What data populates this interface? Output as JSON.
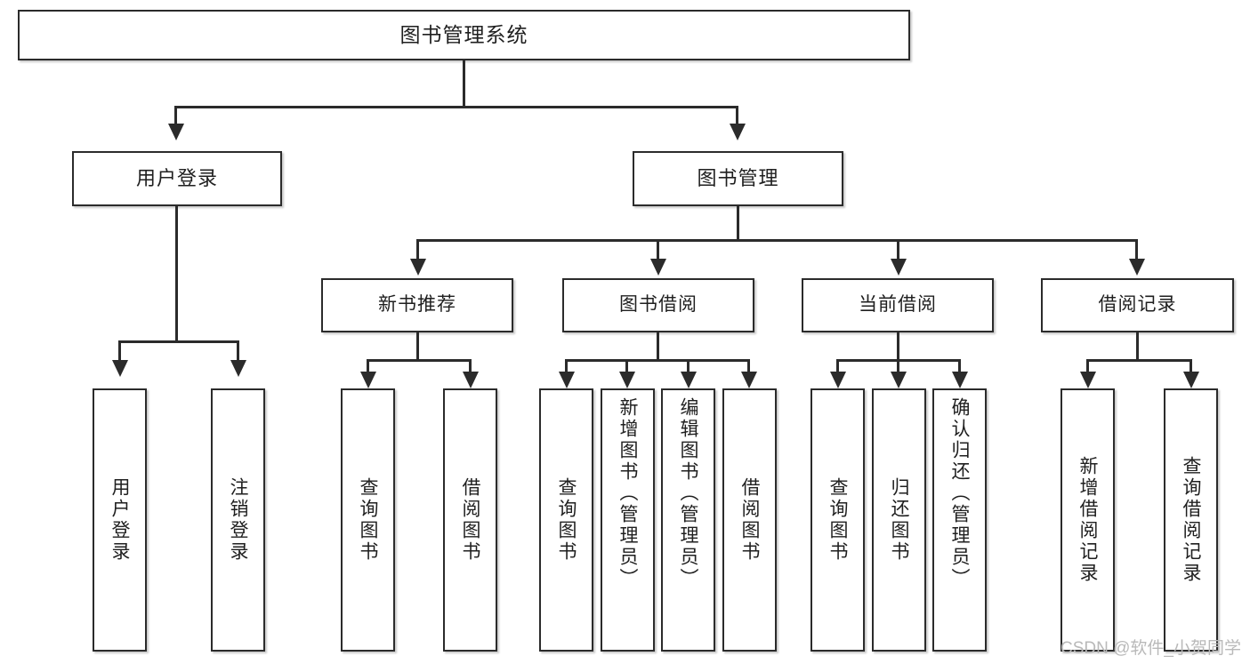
{
  "diagram": {
    "type": "tree",
    "title": "图书管理系统",
    "root": {
      "label": "图书管理系统"
    },
    "level2": [
      {
        "label": "用户登录"
      },
      {
        "label": "图书管理"
      }
    ],
    "level3": [
      {
        "label": "新书推荐"
      },
      {
        "label": "图书借阅"
      },
      {
        "label": "当前借阅"
      },
      {
        "label": "借阅记录"
      }
    ],
    "leaves": {
      "user_login": [
        {
          "label": "用户登录"
        },
        {
          "label": "注销登录"
        }
      ],
      "new_book_recommend": [
        {
          "label": "查询图书"
        },
        {
          "label": "借阅图书"
        }
      ],
      "book_borrow": [
        {
          "label": "查询图书"
        },
        {
          "label": "新增图书（管理员）"
        },
        {
          "label": "编辑图书（管理员）"
        },
        {
          "label": "借阅图书"
        }
      ],
      "current_borrow": [
        {
          "label": "查询图书"
        },
        {
          "label": "归还图书"
        },
        {
          "label": "确认归还（管理员）"
        }
      ],
      "borrow_record": [
        {
          "label": "新增借阅记录"
        },
        {
          "label": "查询借阅记录"
        }
      ]
    }
  },
  "watermark": {
    "text": "CSDN @软件_小贺同学"
  },
  "colors": {
    "stroke": "#2b2b2b",
    "text": "#1f1f1f",
    "background": "#ffffff",
    "watermark": "#b9b9b9"
  }
}
